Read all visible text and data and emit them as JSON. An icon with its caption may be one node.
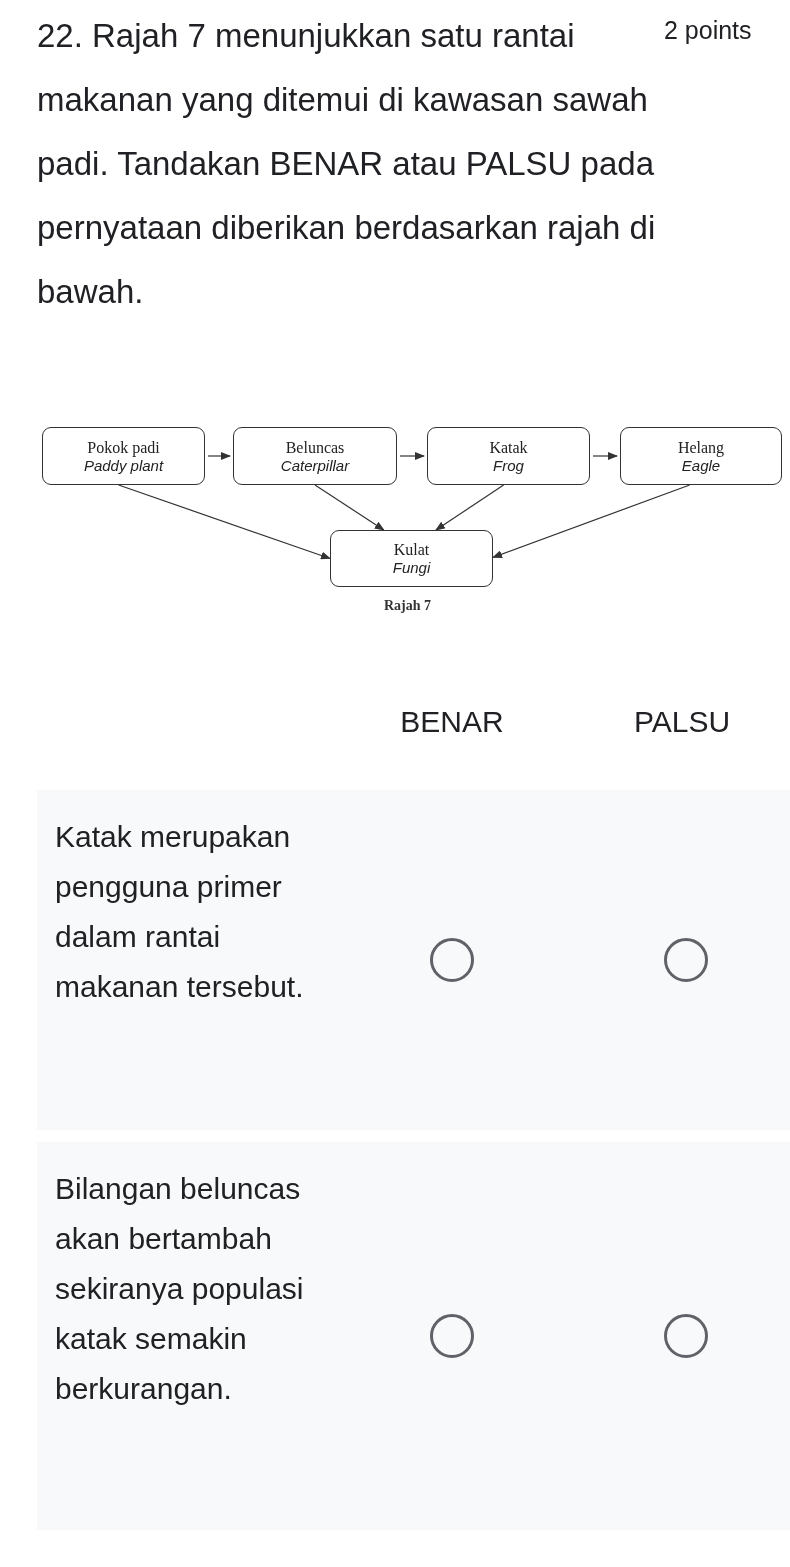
{
  "diagram": {
    "title": "22. Rajah 7 menunjukkan satu rantai makanan yang ditemui di kawasan sawah padi. Tandakan BENAR atau PALSU pada pernyataan diberikan berdasarkan rajah di bawah.",
    "caption": "Rajah 7",
    "nodes": [
      {
        "text": [
          "Pokok padi",
          "Paddy plant"
        ]
      },
      {
        "text": [
          "Beluncas",
          "Caterpillar"
        ]
      },
      {
        "text": [
          "Katak",
          "Frog"
        ]
      },
      {
        "text": [
          "Helang",
          "Eagle"
        ]
      },
      {
        "text": [
          "Kulat",
          "Fungi"
        ]
      }
    ],
    "edges": [
      {
        "from": 0,
        "to": 1,
        "arrow": "to"
      },
      {
        "from": 1,
        "to": 2,
        "arrow": "to"
      },
      {
        "from": 2,
        "to": 3,
        "arrow": "to"
      },
      {
        "from": 0,
        "to": 4,
        "arrow": "to"
      },
      {
        "from": 1,
        "to": 4,
        "arrow": "to"
      },
      {
        "from": 2,
        "to": 4,
        "arrow": "to"
      },
      {
        "from": 3,
        "to": 4,
        "arrow": "to"
      }
    ],
    "labels": [
      "2 points",
      "BENAR",
      "PALSU",
      "Katak merupakan pengguna primer dalam rantai makanan tersebut.",
      "Bilangan beluncas akan bertambah sekiranya populasi katak semakin berkurangan."
    ]
  }
}
